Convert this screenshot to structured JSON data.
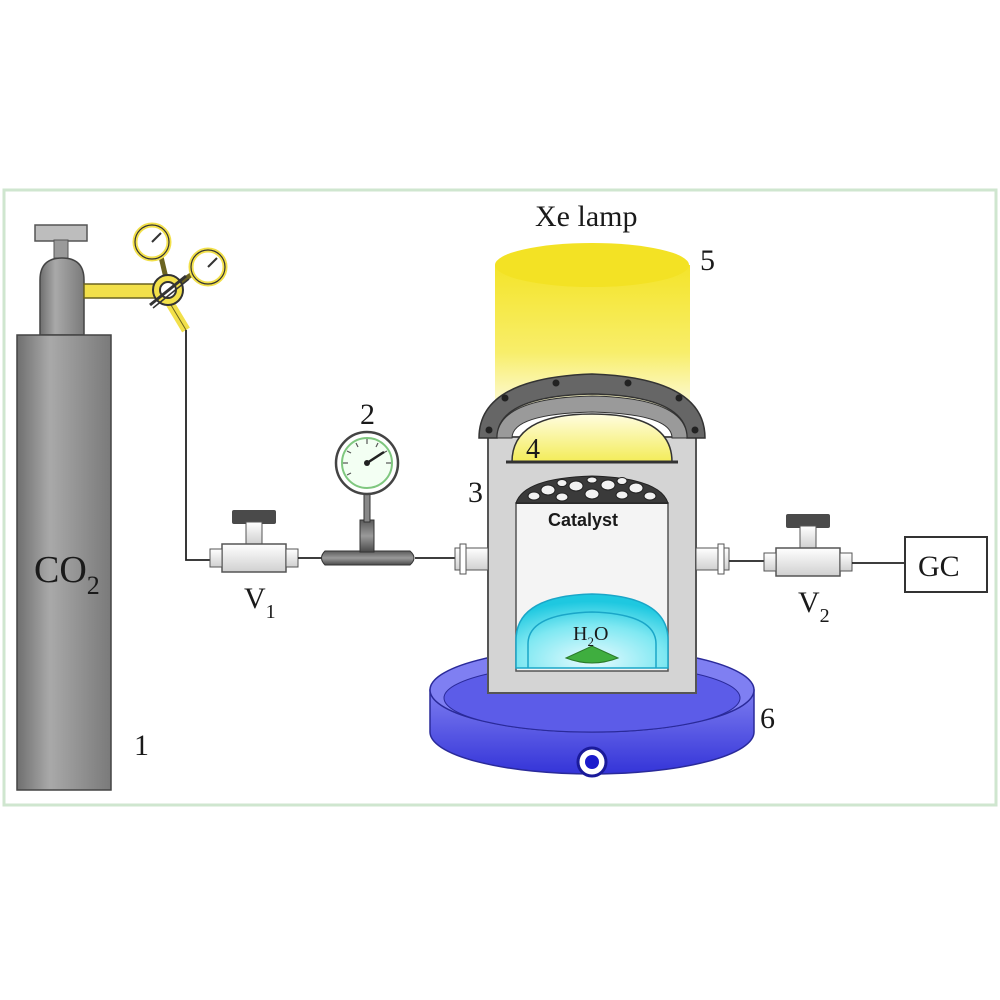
{
  "labels": {
    "lamp": "Xe lamp",
    "co2_base": "CO",
    "co2_sub": "2",
    "catalyst": "Catalyst",
    "water_h": "H",
    "water_sub": "2",
    "water_o": "O",
    "v1_base": "V",
    "v1_sub": "1",
    "v2_base": "V",
    "v2_sub": "2",
    "gc": "GC"
  },
  "numbers": {
    "cylinder": "1",
    "gauge": "2",
    "reactor": "3",
    "window": "4",
    "lamp": "5",
    "bath": "6"
  },
  "colors": {
    "frame": "#cfe6cf",
    "cylinder": "#8c8c8c",
    "brass": "#f2e04a",
    "lamp": "#f5e62b",
    "bath": "#4a4ae0",
    "water": "#27d6e8",
    "drop": "#3fae3f"
  }
}
